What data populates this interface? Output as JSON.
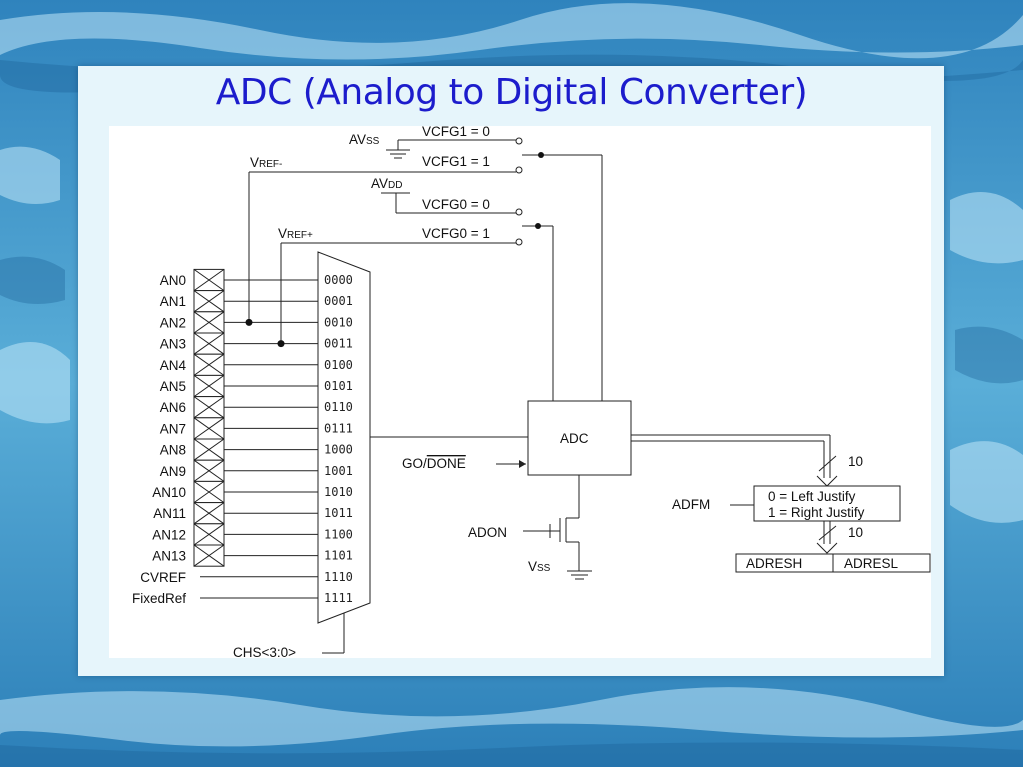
{
  "slide": {
    "title": "ADC (Analog to Digital Converter)"
  },
  "diagram": {
    "analog_inputs": [
      "AN0",
      "AN1",
      "AN2",
      "AN3",
      "AN4",
      "AN5",
      "AN6",
      "AN7",
      "AN8",
      "AN9",
      "AN10",
      "AN11",
      "AN12",
      "AN13"
    ],
    "other_inputs": [
      "CVREF",
      "FixedRef"
    ],
    "mux_codes": [
      "0000",
      "0001",
      "0010",
      "0011",
      "0100",
      "0101",
      "0110",
      "0111",
      "1000",
      "1001",
      "1010",
      "1011",
      "1100",
      "1101",
      "1110",
      "1111"
    ],
    "mux_select_label": "CHS<3:0>",
    "reference": {
      "avss_label": "AV",
      "avss_sub": "SS",
      "vref_minus_label": "V",
      "vref_minus_sub": "REF-",
      "avdd_label": "AV",
      "avdd_sub": "DD",
      "vref_plus_label": "V",
      "vref_plus_sub": "REF+",
      "vcfg1_0": "VCFG1 = 0",
      "vcfg1_1": "VCFG1 = 1",
      "vcfg0_0": "VCFG0 = 0",
      "vcfg0_1": "VCFG0 = 1"
    },
    "adc_block_label": "ADC",
    "go_done_prefix": "GO/",
    "go_done_overbar": "DONE",
    "adon_label": "ADON",
    "vss_label": "V",
    "vss_sub": "SS",
    "bus_width_top": "10",
    "bus_width_bottom": "10",
    "adfm_label": "ADFM",
    "justify_options": [
      "0 = Left Justify",
      "1 = Right Justify"
    ],
    "result_registers": [
      "ADRESH",
      "ADRESL"
    ],
    "colors": {
      "title": "#1c1ccc",
      "panel": "#e6f5fb",
      "background_water": "#3a8fc4"
    }
  }
}
